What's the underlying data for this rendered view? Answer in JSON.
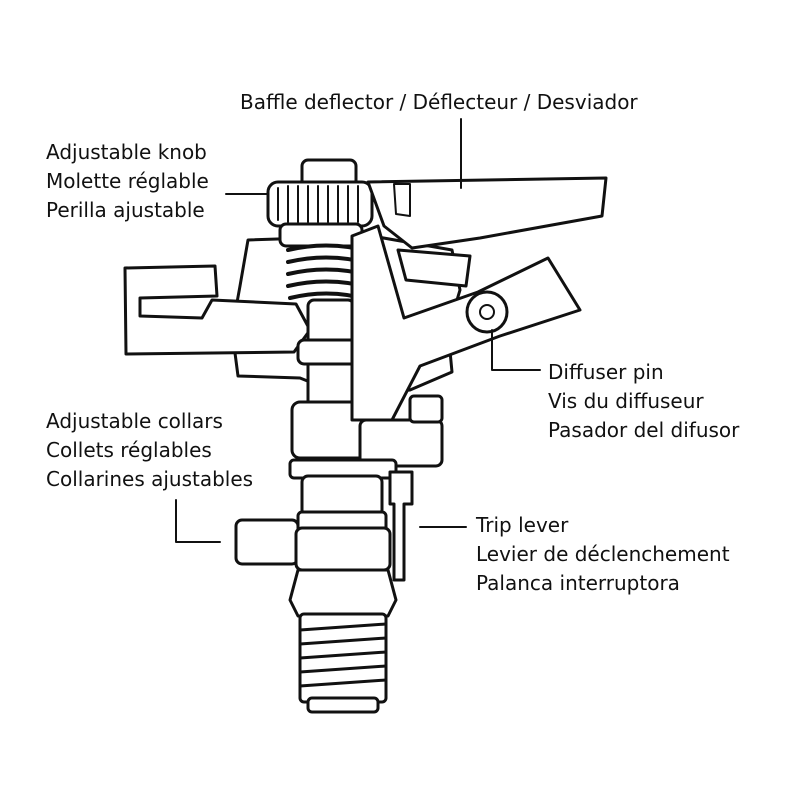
{
  "diagram": {
    "labels": {
      "baffle_deflector": {
        "line1": "Baffle deflector / Déflecteur / Desviador"
      },
      "adjustable_knob": {
        "en": "Adjustable knob",
        "fr": "Molette réglable",
        "es": "Perilla ajustable"
      },
      "diffuser_pin": {
        "en": "Diffuser pin",
        "fr": "Vis du diffuseur",
        "es": "Pasador del difusor"
      },
      "adjustable_collars": {
        "en": "Adjustable collars",
        "fr": "Collets réglables",
        "es": "Collarines ajustables"
      },
      "trip_lever": {
        "en": "Trip lever",
        "fr": "Levier de déclenchement",
        "es": "Palanca interruptora"
      }
    },
    "colors": {
      "ink": "#111111",
      "paper": "#ffffff"
    }
  }
}
